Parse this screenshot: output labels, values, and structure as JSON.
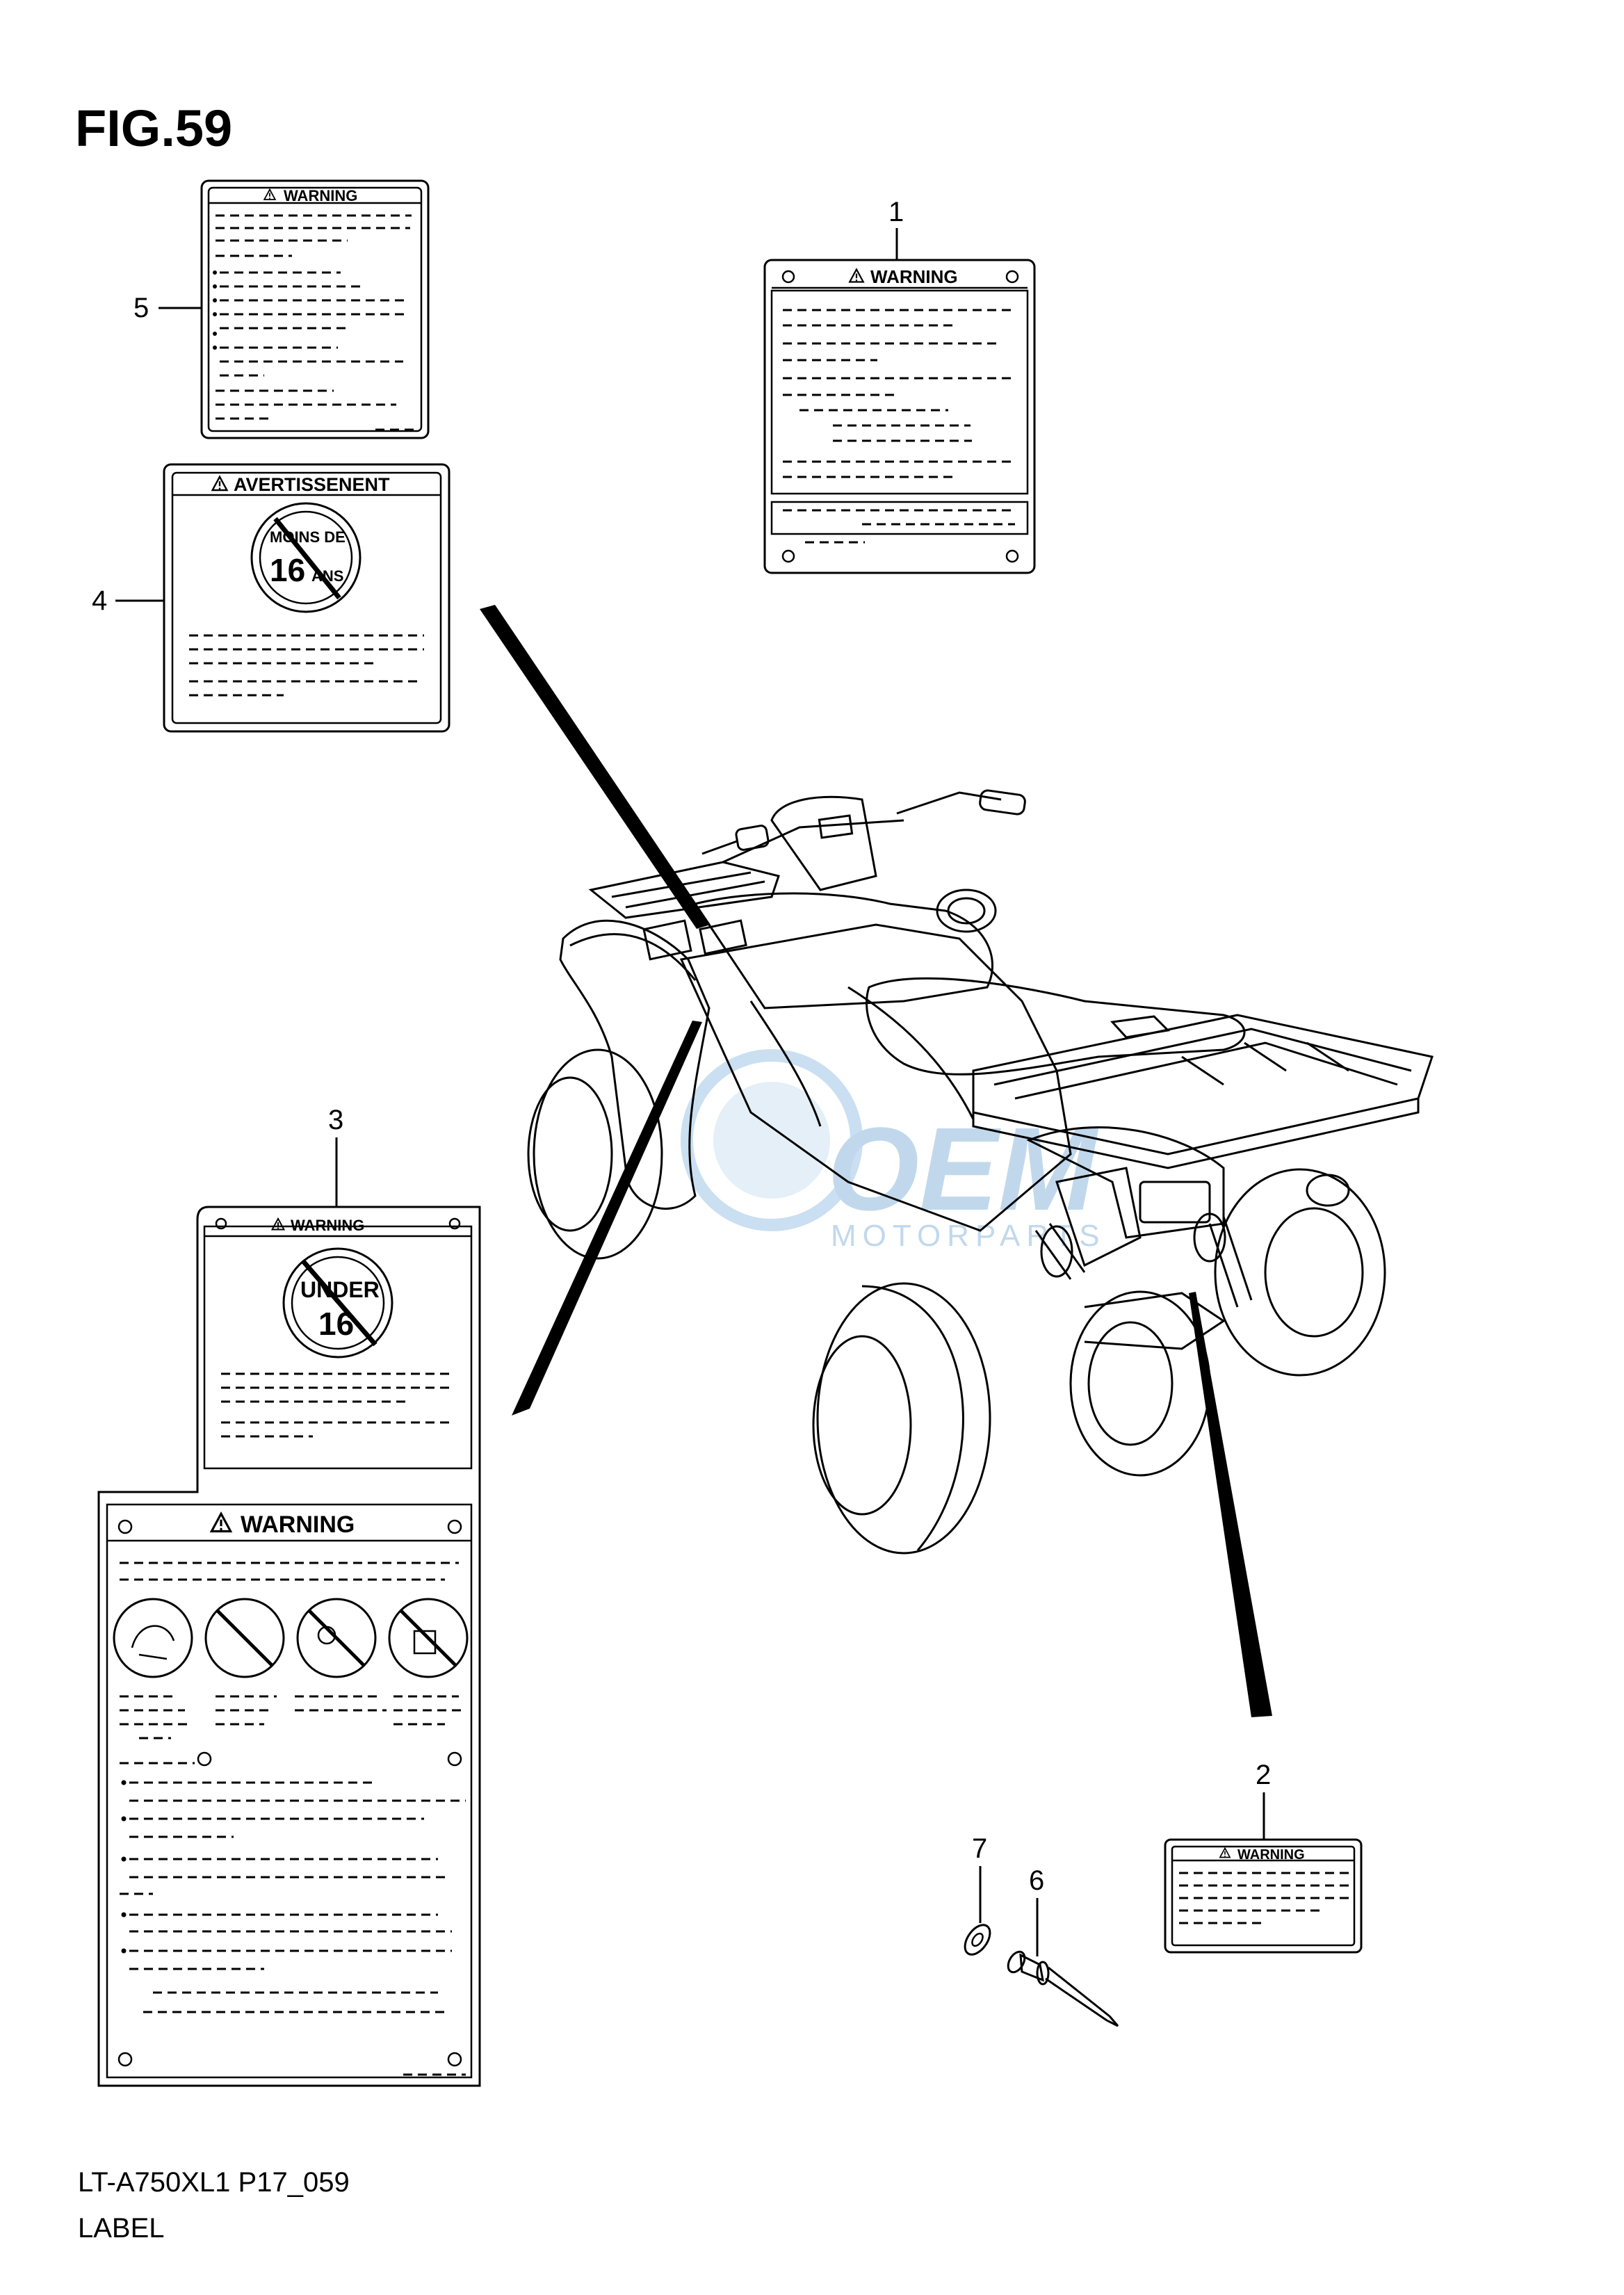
{
  "figure": {
    "title": "FIG.59"
  },
  "callouts": {
    "c1": "1",
    "c2": "2",
    "c3": "3",
    "c4": "4",
    "c5": "5",
    "c6": "6",
    "c7": "7"
  },
  "labels": {
    "label1": {
      "heading": "WARNING"
    },
    "label2": {
      "heading": "WARNING"
    },
    "label3_top": {
      "heading": "WARNING",
      "pictogram": [
        "UNDER",
        "16"
      ]
    },
    "label3_bottom": {
      "heading": "WARNING"
    },
    "label4": {
      "heading": "AVERTISSENENT",
      "pictogram": [
        "MOINS DE",
        "16",
        "ANS"
      ]
    },
    "label5": {
      "heading": "WARNING"
    }
  },
  "watermark": {
    "brand": "OEM",
    "sub": "MOTORPARTS",
    "color": "#9fc6e6"
  },
  "footer": {
    "model_code": "LT-A750XL1 P17_059",
    "section": "LABEL"
  }
}
